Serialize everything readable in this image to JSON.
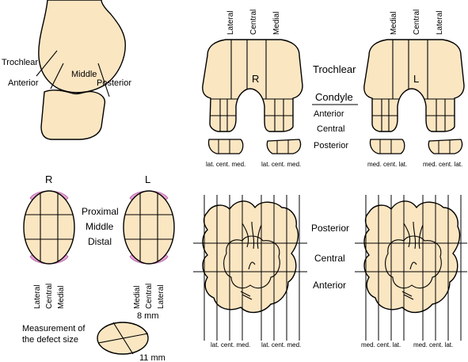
{
  "colors": {
    "bone_fill": "#FBE6C2",
    "cartilage_pink": "#E9A2D8",
    "ink": "#000000",
    "background": "#FFFFFF"
  },
  "knee_lateral": {
    "label_trochlear": "Trochlear",
    "label_anterior": "Anterior",
    "label_middle": "Middle",
    "label_posterior": "Posterior"
  },
  "femur_frontal": {
    "right_columns": [
      "Lateral",
      "Central",
      "Medial"
    ],
    "left_columns": [
      "Medial",
      "Central",
      "Lateral"
    ],
    "right_side_letter": "R",
    "left_side_letter": "L",
    "label_trochlear": "Trochlear",
    "label_condyle": "Condyle",
    "label_anterior": "Anterior",
    "label_central": "Central",
    "label_posterior": "Posterior",
    "right_bottom_groups": [
      "lat. cent. med.",
      "lat. cent. med."
    ],
    "left_bottom_groups": [
      "med. cent. lat.",
      "med. cent. lat."
    ]
  },
  "patella": {
    "right_letter": "R",
    "left_letter": "L",
    "row_labels": [
      "Proximal",
      "Middle",
      "Distal"
    ],
    "right_columns": [
      "Lateral",
      "Central",
      "Medial"
    ],
    "left_columns": [
      "Medial",
      "Central",
      "Lateral"
    ]
  },
  "measurement": {
    "label_line1": "Measurement of",
    "label_line2": "the defect size",
    "width_label": "8 mm",
    "length_label": "11 mm"
  },
  "tibia": {
    "label_posterior": "Posterior",
    "label_central": "Central",
    "label_anterior": "Anterior",
    "right_bottom_groups": [
      "lat. cent. med.",
      "lat. cent. med."
    ],
    "left_bottom_groups": [
      "med. cent. lat.",
      "med. cent. lat."
    ]
  }
}
